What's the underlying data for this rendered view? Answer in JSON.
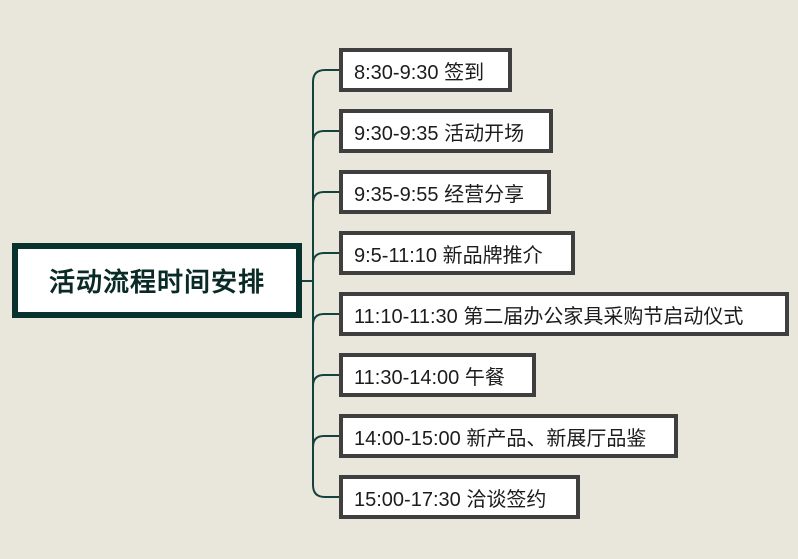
{
  "mindmap": {
    "title": "活动流程时间安排",
    "branches": [
      {
        "text": "8:30-9:30 签到"
      },
      {
        "text": "9:30-9:35 活动开场"
      },
      {
        "text": "9:35-9:55 经营分享"
      },
      {
        "text": "9:5-11:10 新品牌推介"
      },
      {
        "text": "11:10-11:30 第二届办公家具采购节启动仪式"
      },
      {
        "text": "11:30-14:00 午餐"
      },
      {
        "text": "14:00-15:00 新产品、新展厅品鉴"
      },
      {
        "text": "15:00-17:30 洽谈签约"
      }
    ],
    "colors": {
      "background": "#e9e7db",
      "root_border": "#07322d",
      "connector_line": "#14423c",
      "branch_border": "#3f3f3f",
      "node_background": "#ffffff",
      "text": "#1c1c1c"
    }
  }
}
